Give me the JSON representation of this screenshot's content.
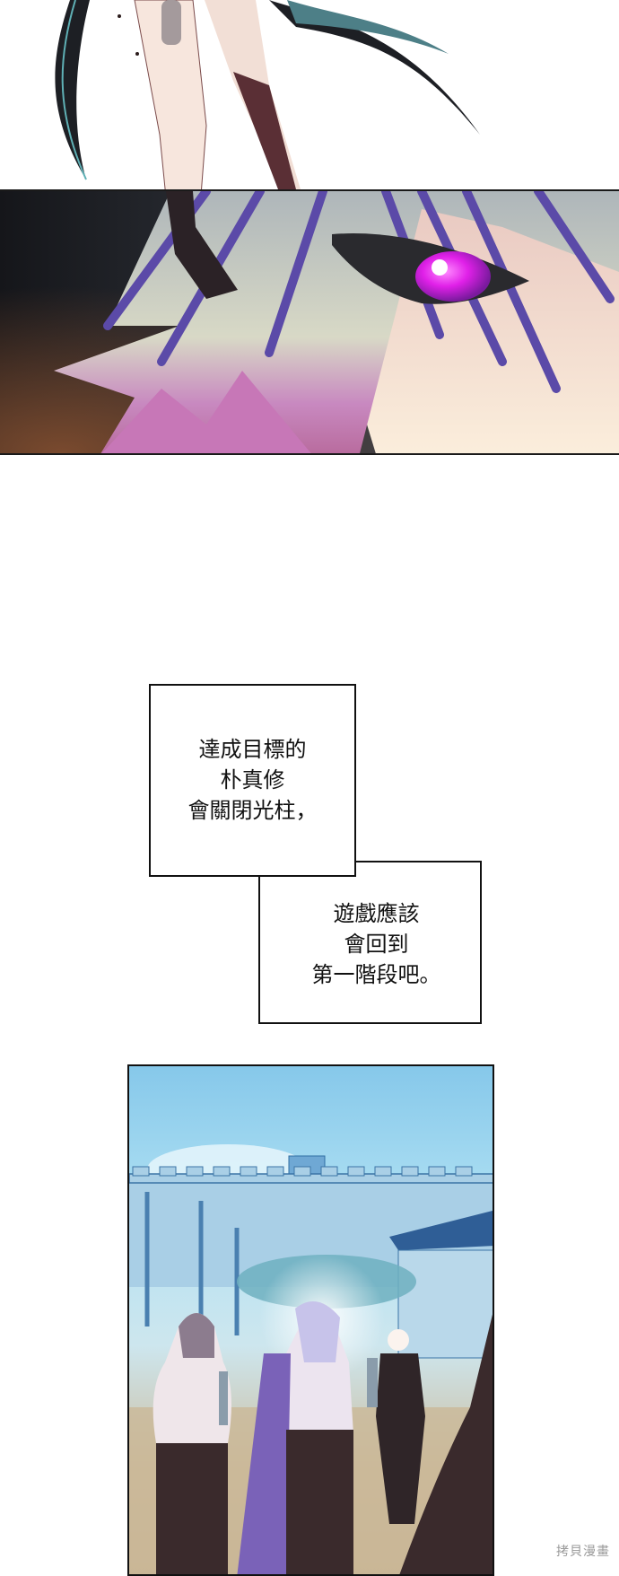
{
  "page": {
    "type": "webtoon-page",
    "background": "#ffffff"
  },
  "panels": {
    "top_art": {
      "description": "Legs with bandaged shin and dark curved scythe blade over white"
    },
    "eye_panel": {
      "description": "Close-up of glowing magenta eye under lilac/purple hair",
      "eye_color": "#e020e8",
      "hair_color": "#6c56b8"
    },
    "court_panel": {
      "description": "Blue-tinted ancient courtyard with walls; three figures seen from behind facing a faceless man in a suit",
      "sky_color": "#8fd0ee"
    }
  },
  "narration": {
    "box_1": {
      "lines": [
        "達成目標的",
        "朴真修",
        "會關閉光柱，"
      ]
    },
    "box_2": {
      "lines": [
        "遊戲應該",
        "會回到",
        "第一階段吧。"
      ]
    }
  },
  "watermark": {
    "text": "拷貝漫畫"
  }
}
